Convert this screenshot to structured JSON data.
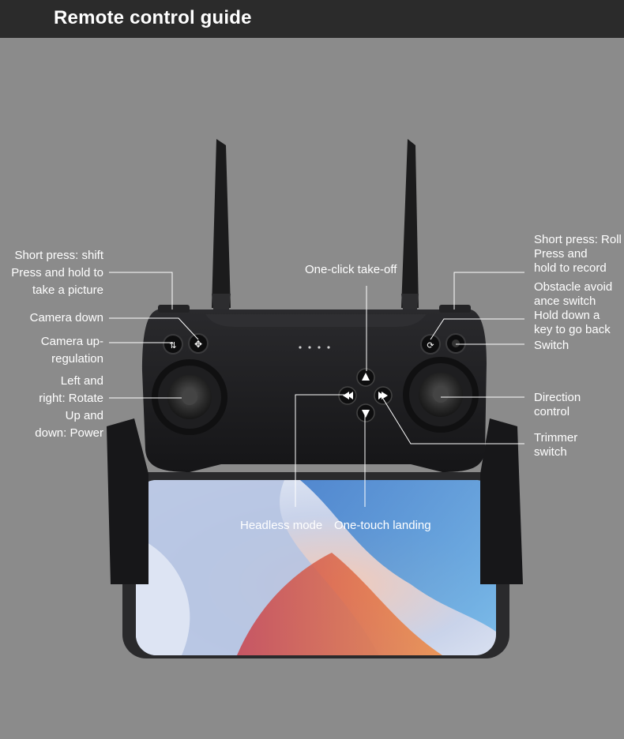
{
  "header": {
    "title": "Remote control guide"
  },
  "labels": {
    "shift_photo": [
      "Short press: shift",
      "Press and hold to",
      "take a picture"
    ],
    "camera_down": "Camera down",
    "camera_up": [
      "Camera up-",
      "regulation"
    ],
    "left_stick": [
      "Left and",
      "right: Rotate",
      "Up and",
      "down: Power"
    ],
    "takeoff": "One-click take-off",
    "roll_record": [
      "Short press: Roll",
      "Press and",
      "hold to record"
    ],
    "obstacle_back": [
      "Obstacle avoid",
      "ance switch",
      "Hold down a",
      "key to go back"
    ],
    "switch": "Switch",
    "direction": [
      "Direction",
      "control"
    ],
    "trimmer": [
      "Trimmer",
      "switch"
    ],
    "headless": "Headless mode",
    "landing": "One-touch landing"
  },
  "colors": {
    "background": "#8b8b8b",
    "header": "#2b2b2b",
    "controller": "#1c1c1e"
  },
  "icons": [
    "camera-down-icon",
    "camera-up-icon",
    "roll-icon",
    "switch-icon",
    "arrow-up-icon",
    "arrow-down-icon",
    "arrow-left-icon",
    "arrow-right-icon",
    "led-indicator-icon"
  ]
}
